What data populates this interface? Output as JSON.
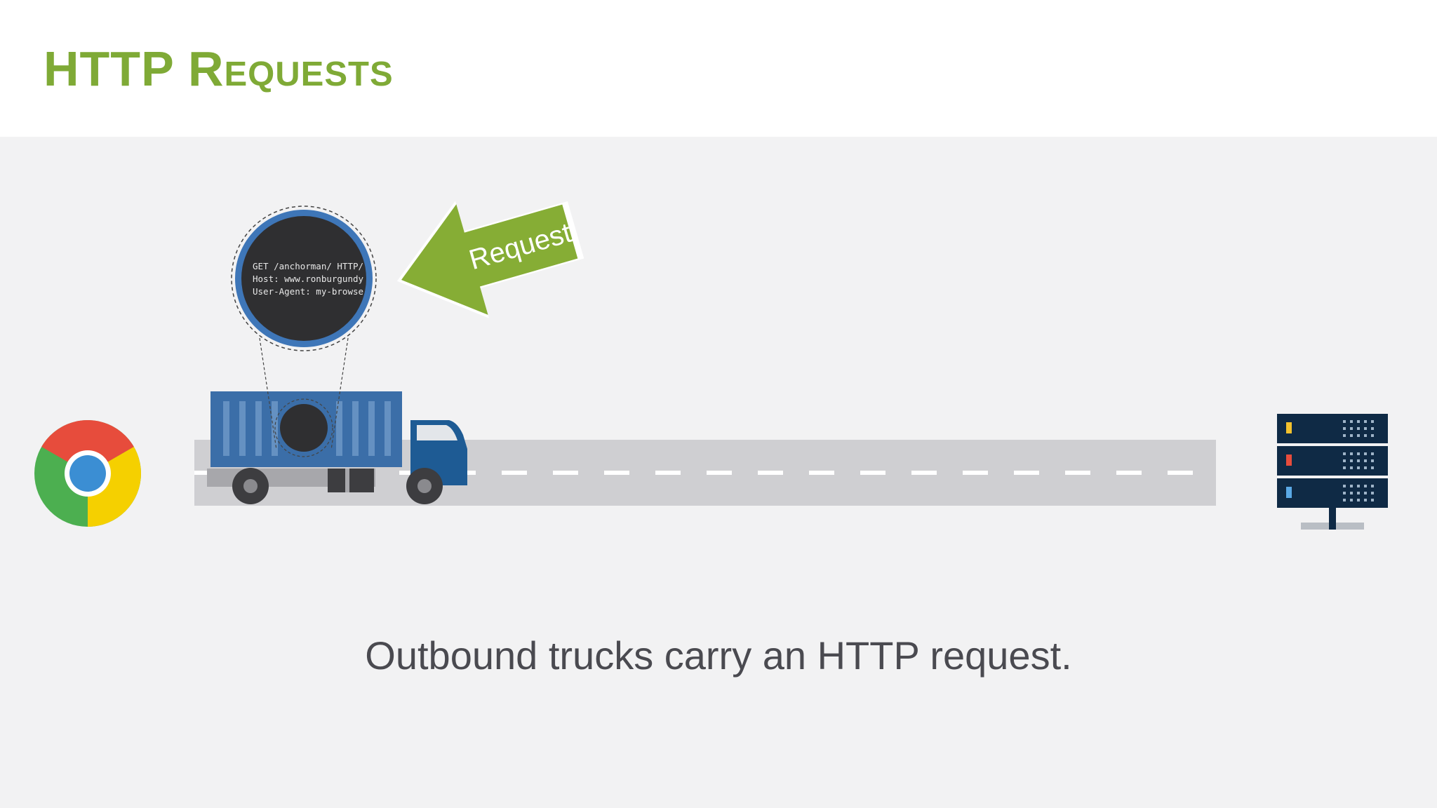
{
  "slide": {
    "title": "HTTP Requests",
    "caption": "Outbound trucks carry an HTTP request."
  },
  "arrow": {
    "label": "Request"
  },
  "request_bubble": {
    "lines": [
      "GET /anchorman/ HTTP/",
      "Host: www.ronburgundy",
      "User-Agent: my-browse"
    ]
  },
  "colors": {
    "accent": "#7faa36",
    "arrow": "#86ad35",
    "truck_container": "#3b6ea8",
    "truck_cab": "#1e5b94",
    "road": "#cfcfd2",
    "server": "#0f2a45"
  },
  "icons": {
    "browser": "chrome-browser-icon",
    "server": "server-rack-icon"
  }
}
